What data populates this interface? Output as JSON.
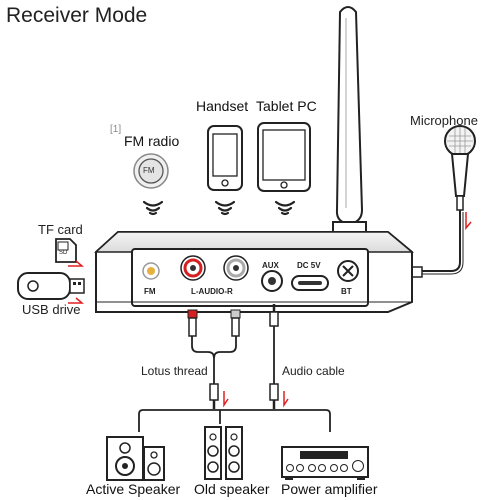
{
  "title": "Receiver Mode",
  "sources": {
    "fm_index": "[1]",
    "fm_radio": "FM radio",
    "fm_badge": "FM",
    "handset": "Handset",
    "tablet": "Tablet PC"
  },
  "microphone": "Microphone",
  "storage": {
    "tf_card": "TF card",
    "tf_badge": "SD",
    "usb_drive": "USB drive"
  },
  "device_ports": {
    "fm": "FM",
    "l_audio_r": "L-AUDIO-R",
    "aux": "AUX",
    "dc": "DC 5V",
    "bt": "BT"
  },
  "cables": {
    "lotus": "Lotus thread",
    "audio": "Audio cable"
  },
  "outputs": {
    "active_speaker": "Active Speaker",
    "old_speaker": "Old speaker",
    "power_amplifier": "Power amplifier"
  },
  "colors": {
    "line": "#222222",
    "accent_red": "#e02020",
    "device_fill": "#ffffff",
    "fm_jack": "#e8b040",
    "rca_red": "#d42020"
  }
}
